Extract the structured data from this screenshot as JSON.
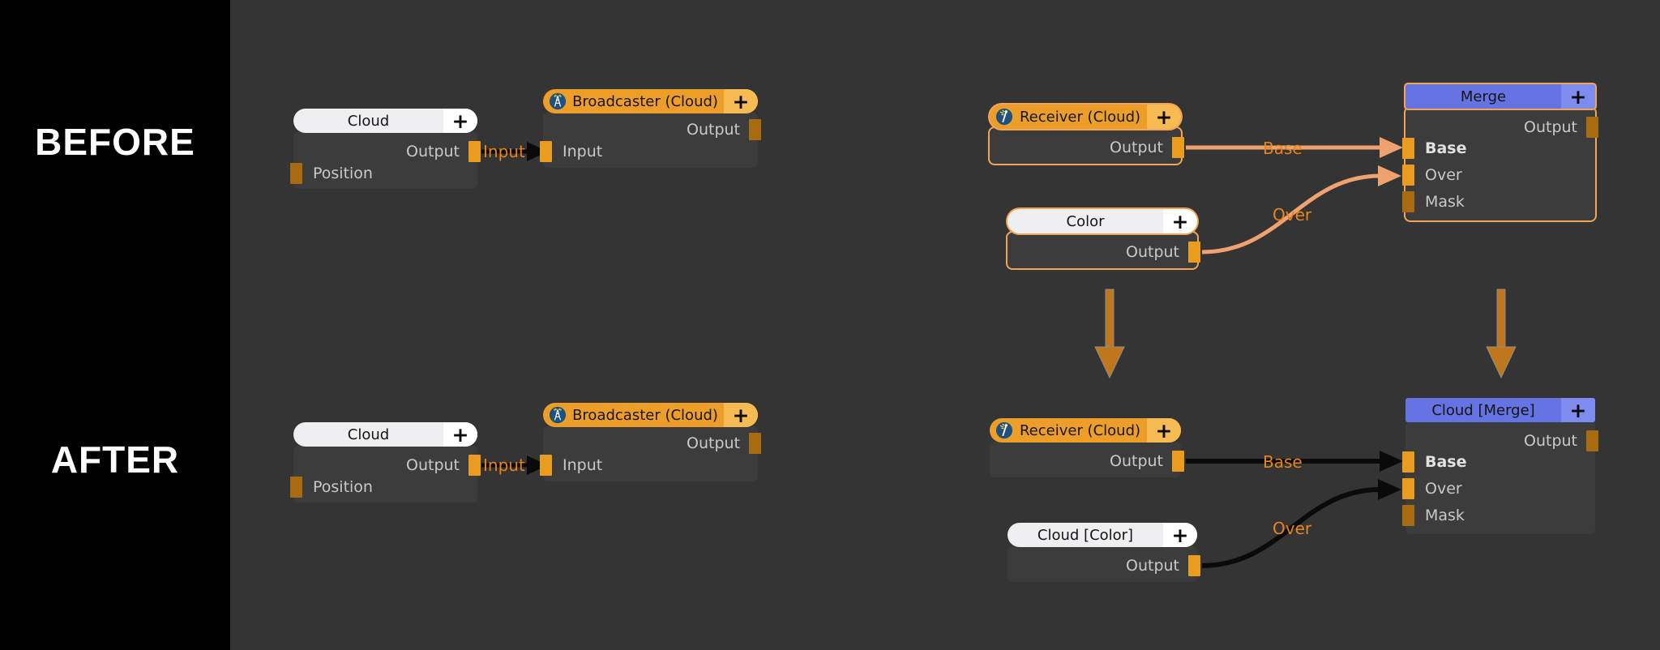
{
  "sidebar": {
    "before_label": "BEFORE",
    "after_label": "AFTER"
  },
  "colors": {
    "canvas": "#343434",
    "sidebar": "#000000",
    "node_body": "#3c3c3c",
    "header_white": "#efeef0",
    "header_orange": "#ec9e28",
    "header_blue": "#6673e2",
    "connector_active": "#e99c1e",
    "connector_inactive": "#a86b10",
    "edge_before": "#f0a26e",
    "edge_after": "#0a0a0a",
    "edge_label": "#e8831d",
    "selection_outline": "#f2a556",
    "transition_arrow": "#c0761b"
  },
  "before": {
    "cloud": {
      "title": "Cloud",
      "plus": "+",
      "ports": {
        "output": "Output",
        "position": "Position"
      }
    },
    "broadcaster": {
      "title": "Broadcaster (Cloud)",
      "plus": "+",
      "ports": {
        "output": "Output",
        "input": "Input"
      }
    },
    "receiver": {
      "title": "Receiver (Cloud)",
      "plus": "+",
      "ports": {
        "output": "Output"
      }
    },
    "color": {
      "title": "Color",
      "plus": "+",
      "ports": {
        "output": "Output"
      }
    },
    "merge": {
      "title": "Merge",
      "plus": "+",
      "ports": {
        "output": "Output",
        "base": "Base",
        "over": "Over",
        "mask": "Mask"
      }
    },
    "edge_labels": {
      "input": "Input",
      "base": "Base",
      "over": "Over"
    }
  },
  "after": {
    "cloud": {
      "title": "Cloud",
      "plus": "+",
      "ports": {
        "output": "Output",
        "position": "Position"
      }
    },
    "broadcaster": {
      "title": "Broadcaster (Cloud)",
      "plus": "+",
      "ports": {
        "output": "Output",
        "input": "Input"
      }
    },
    "receiver": {
      "title": "Receiver (Cloud)",
      "plus": "+",
      "ports": {
        "output": "Output"
      }
    },
    "color": {
      "title": "Cloud [Color]",
      "plus": "+",
      "ports": {
        "output": "Output"
      }
    },
    "merge": {
      "title": "Cloud [Merge]",
      "plus": "+",
      "ports": {
        "output": "Output",
        "base": "Base",
        "over": "Over",
        "mask": "Mask"
      }
    },
    "edge_labels": {
      "input": "Input",
      "base": "Base",
      "over": "Over"
    }
  }
}
